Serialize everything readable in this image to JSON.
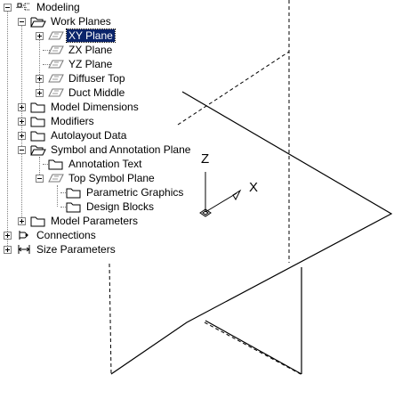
{
  "tree": {
    "items": [
      {
        "label": "Modeling",
        "icon": "modeling-icon",
        "expander": "minus",
        "selected": false
      },
      {
        "label": "Work Planes",
        "icon": "open-folder-icon",
        "expander": "minus",
        "selected": false
      },
      {
        "label": "XY Plane",
        "icon": "plane-icon",
        "expander": "plus",
        "selected": true
      },
      {
        "label": "ZX Plane",
        "icon": "plane-icon",
        "expander": "none",
        "selected": false
      },
      {
        "label": "YZ Plane",
        "icon": "plane-icon",
        "expander": "none",
        "selected": false
      },
      {
        "label": "Diffuser Top",
        "icon": "plane-icon",
        "expander": "plus",
        "selected": false
      },
      {
        "label": "Duct Middle",
        "icon": "plane-icon",
        "expander": "plus",
        "selected": false
      },
      {
        "label": "Model Dimensions",
        "icon": "folder-icon",
        "expander": "plus",
        "selected": false
      },
      {
        "label": "Modifiers",
        "icon": "folder-icon",
        "expander": "plus",
        "selected": false
      },
      {
        "label": "Autolayout Data",
        "icon": "folder-icon",
        "expander": "plus",
        "selected": false
      },
      {
        "label": "Symbol and Annotation Plane",
        "icon": "open-folder-icon",
        "expander": "minus",
        "selected": false
      },
      {
        "label": "Annotation Text",
        "icon": "folder-icon",
        "expander": "none",
        "selected": false
      },
      {
        "label": "Top Symbol Plane",
        "icon": "plane-icon",
        "expander": "minus",
        "selected": false
      },
      {
        "label": "Parametric Graphics",
        "icon": "folder-icon",
        "expander": "none",
        "selected": false
      },
      {
        "label": "Design Blocks",
        "icon": "folder-icon",
        "expander": "none",
        "selected": false
      },
      {
        "label": "Model Parameters",
        "icon": "folder-icon",
        "expander": "plus",
        "selected": false
      },
      {
        "label": "Connections",
        "icon": "connections-icon",
        "expander": "plus",
        "selected": false
      },
      {
        "label": "Size Parameters",
        "icon": "size-parameters-icon",
        "expander": "plus",
        "selected": false
      }
    ]
  },
  "viewport": {
    "axis_z_label": "Z",
    "axis_x_label": "X"
  }
}
